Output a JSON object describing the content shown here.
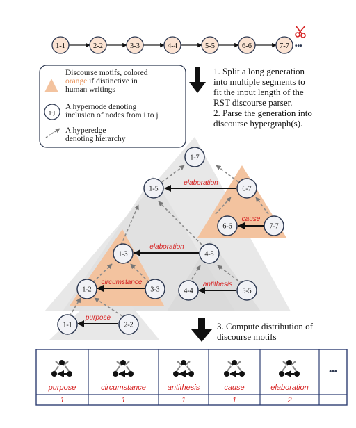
{
  "colors": {
    "node_fill": "#fbe3d3",
    "node_stroke": "#2f3a52",
    "motif_orange": "#f3c39f",
    "hierarchy_gray": "#e6e6e6",
    "relation_red": "#d62222",
    "table_border": "#2f3f73"
  },
  "chain": {
    "nodes": [
      "1-1",
      "2-2",
      "3-3",
      "4-4",
      "5-5",
      "6-6",
      "7-7"
    ],
    "ellipsis": "•••",
    "icon": "scissors-icon"
  },
  "legend": {
    "motif_line1": "Discourse motifs, colored",
    "motif_word": "orange",
    "motif_line2_rest": " if distinctive in",
    "motif_line3": "human writings",
    "node_label": "i-j",
    "node_line1": "A hypernode denoting",
    "node_line2": "inclusion of nodes from i to j",
    "edge_line1": "A hyperedge",
    "edge_line2": "denoting hierarchy"
  },
  "steps": {
    "s1_l1": "1. Split a long generation",
    "s1_l2": "into multiple segments to",
    "s1_l3": "fit the input length of the",
    "s1_l4": "RST discourse parser.",
    "s2_l1": "2. Parse the generation into",
    "s2_l2": "discourse hypergraph(s).",
    "s3_l1": "3. Compute distribution of",
    "s3_l2": "discourse motifs"
  },
  "tree": {
    "nodes": [
      "1-7",
      "1-5",
      "6-7",
      "6-6",
      "7-7",
      "1-3",
      "4-5",
      "1-2",
      "3-3",
      "4-4",
      "5-5",
      "1-1",
      "2-2"
    ],
    "relations": [
      "elaboration",
      "cause",
      "elaboration",
      "circumstance",
      "antithesis",
      "purpose"
    ]
  },
  "table": {
    "columns": [
      "purpose",
      "circumstance",
      "antithesis",
      "cause",
      "elaboration"
    ],
    "counts": [
      "1",
      "1",
      "1",
      "1",
      "2"
    ],
    "ellipsis": "•••"
  }
}
